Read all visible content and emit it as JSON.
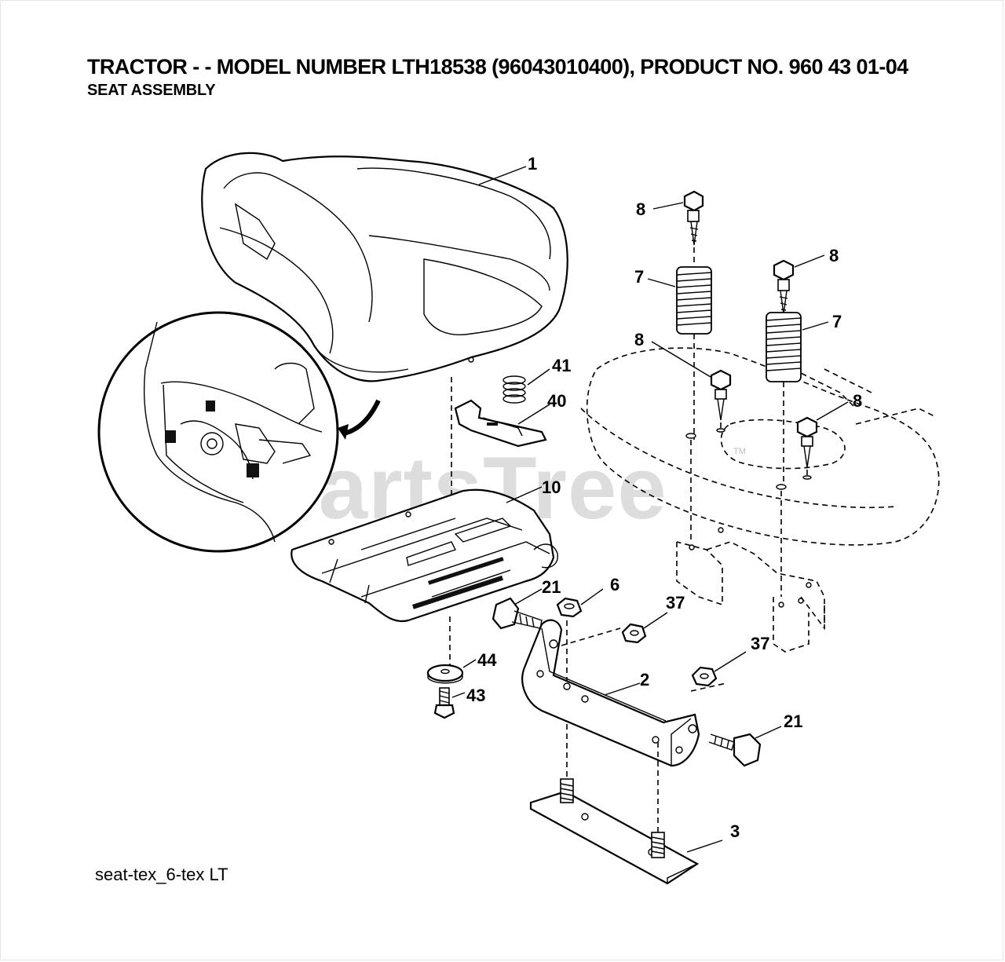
{
  "header": {
    "title": "TRACTOR - - MODEL NUMBER LTH18538 (96043010400), PRODUCT NO. 960 43 01-04",
    "subtitle": "SEAT ASSEMBLY"
  },
  "footer": {
    "code": "seat-tex_6-tex LT"
  },
  "watermark": {
    "text": "PartsTree",
    "trademark": "TM",
    "color": "#c8c8c8"
  },
  "callouts": {
    "seat": "1",
    "bracket": "2",
    "plate": "3",
    "nut_6": "6",
    "spring_7_left": "7",
    "spring_7_right": "7",
    "bolt_8_top_left": "8",
    "bolt_8_top_right": "8",
    "bolt_8_mid_left": "8",
    "bolt_8_mid_right": "8",
    "seat_pan": "10",
    "bolt_21_left": "21",
    "bolt_21_right": "21",
    "nut_37_left": "37",
    "nut_37_right": "37",
    "clip": "40",
    "spring_41": "41",
    "screw_43": "43",
    "washer_44": "44"
  },
  "icons": {
    "detail_arrow": "curved-arrow-icon",
    "magnified_detail": "magnifier-circle-icon"
  }
}
